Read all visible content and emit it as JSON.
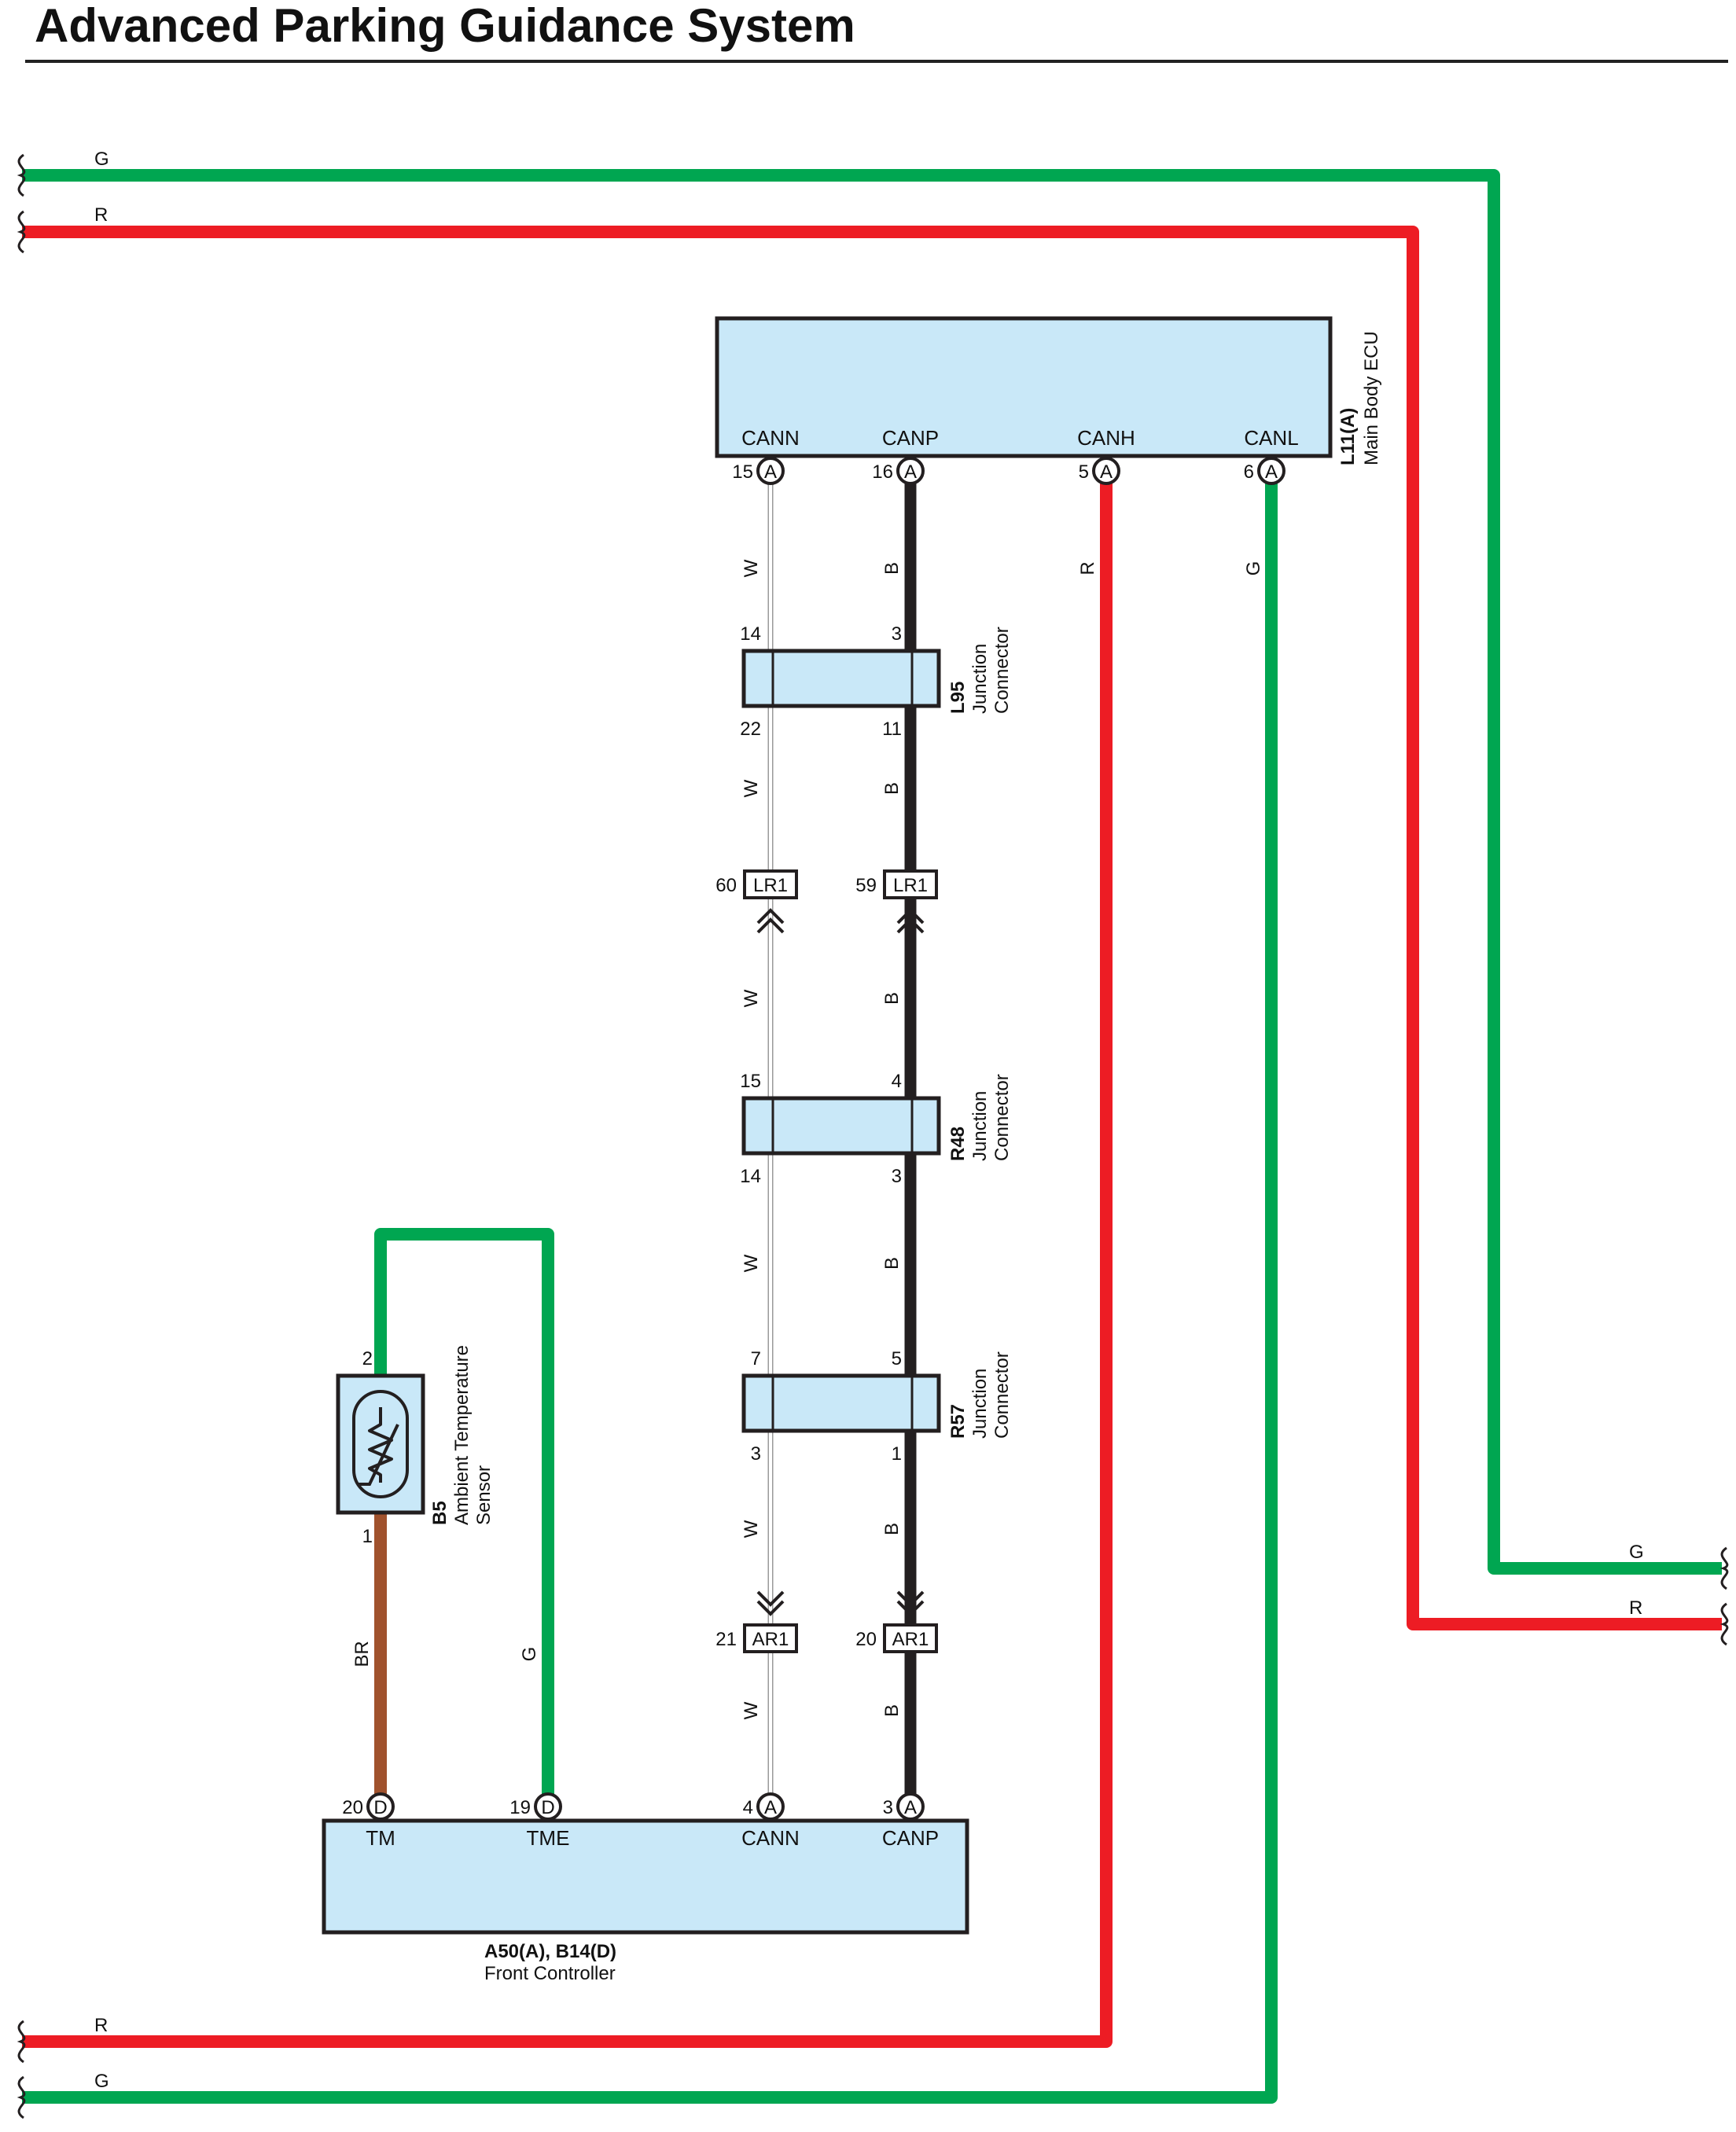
{
  "title": "Advanced Parking Guidance System",
  "colors": {
    "green_wire": "#00A651",
    "red_wire": "#ED1C24",
    "black_wire": "#231F20",
    "brown_wire": "#A0522D",
    "white_wire": "#BBBBBB",
    "component_fill": "#C9E8F8",
    "outline": "#231F20"
  },
  "bus": {
    "top_left": [
      {
        "code": "G"
      },
      {
        "code": "R"
      }
    ],
    "right": [
      {
        "code": "G"
      },
      {
        "code": "R"
      }
    ],
    "bottom_left": [
      {
        "code": "R"
      },
      {
        "code": "G"
      }
    ]
  },
  "ecu": {
    "code": "L11(A)",
    "name": "Main Body ECU",
    "terminals": [
      {
        "name": "CANN",
        "pin": "15",
        "connector": "A",
        "wire": "W"
      },
      {
        "name": "CANP",
        "pin": "16",
        "connector": "A",
        "wire": "B"
      },
      {
        "name": "CANH",
        "pin": "5",
        "connector": "A",
        "wire": "R"
      },
      {
        "name": "CANL",
        "pin": "6",
        "connector": "A",
        "wire": "G"
      }
    ]
  },
  "junctions": [
    {
      "code": "L95",
      "name_line1": "Junction",
      "name_line2": "Connector",
      "left_top": "14",
      "left_bottom": "22",
      "right_top": "3",
      "right_bottom": "11"
    },
    {
      "code": "R48",
      "name_line1": "Junction",
      "name_line2": "Connector",
      "left_top": "15",
      "left_bottom": "14",
      "right_top": "4",
      "right_bottom": "3"
    },
    {
      "code": "R57",
      "name_line1": "Junction",
      "name_line2": "Connector",
      "left_top": "7",
      "left_bottom": "3",
      "right_top": "5",
      "right_bottom": "1"
    }
  ],
  "wire_codes": {
    "white": "W",
    "black": "B",
    "brown": "BR",
    "green": "G"
  },
  "inline_connectors": [
    {
      "pin": "60",
      "label": "LR1"
    },
    {
      "pin": "59",
      "label": "LR1"
    },
    {
      "pin": "21",
      "label": "AR1"
    },
    {
      "pin": "20",
      "label": "AR1"
    }
  ],
  "sensor": {
    "code": "B5",
    "name_line1": "Ambient Temperature",
    "name_line2": "Sensor",
    "pin_top": "2",
    "pin_bottom": "1"
  },
  "controller": {
    "code": "A50(A), B14(D)",
    "name": "Front Controller",
    "terminals": [
      {
        "name": "TM",
        "pin": "20",
        "connector": "D",
        "wire": "BR"
      },
      {
        "name": "TME",
        "pin": "19",
        "connector": "D",
        "wire": "G"
      },
      {
        "name": "CANN",
        "pin": "4",
        "connector": "A",
        "wire": "W"
      },
      {
        "name": "CANP",
        "pin": "3",
        "connector": "A",
        "wire": "B"
      }
    ]
  }
}
